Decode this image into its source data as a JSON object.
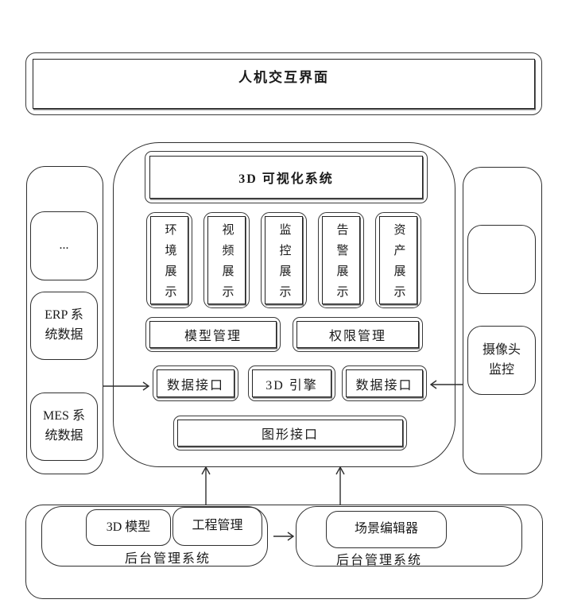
{
  "top_bar": {
    "title": "人机交互界面"
  },
  "hub": {
    "title": "3D 可视化系统",
    "display_modules": [
      "环境展示",
      "视频展示",
      "监控展示",
      "告警展示",
      "资产展示"
    ],
    "mgmt_modules": [
      "模型管理",
      "权限管理"
    ],
    "interface_modules": [
      "数据接口",
      "3D 引擎",
      "数据接口"
    ],
    "graphics_interface": "图形接口"
  },
  "left_panel": {
    "items": [
      "...",
      "ERP 系\n统数据",
      "MES 系\n统数据"
    ]
  },
  "right_panel": {
    "camera": "摄像头\n监控"
  },
  "bottom_panel": {
    "left_system": {
      "modules": [
        "3D 模型",
        "工程管理"
      ],
      "label": "后台管理系统"
    },
    "right_system": {
      "modules": [
        "场景编辑器"
      ],
      "label": "后台管理系统"
    }
  },
  "colors": {
    "line": "#2e2e2e",
    "background": "#ffffff"
  }
}
